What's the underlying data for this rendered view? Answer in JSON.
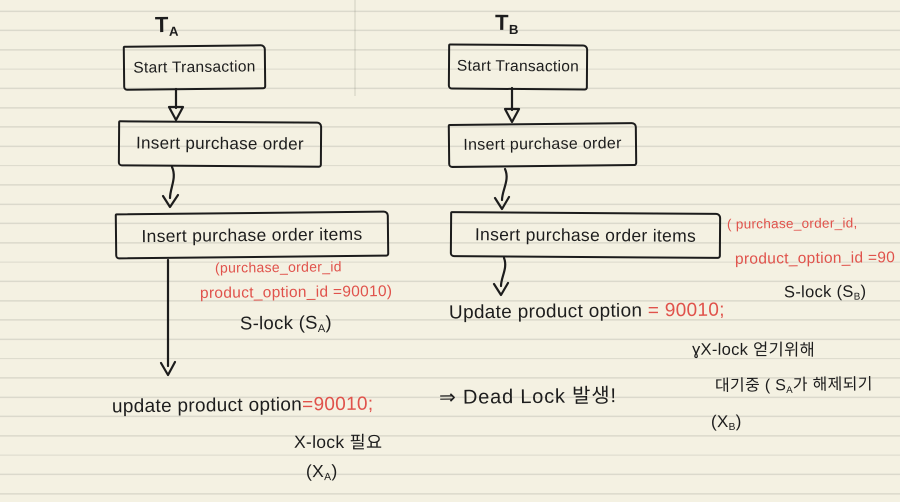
{
  "left_column": {
    "title": {
      "main": "T",
      "sub": "A"
    },
    "boxes": [
      "Start Transaction",
      "Insert purchase order",
      "Insert purchase order items"
    ],
    "lock_note_line1": "(purchase_order_id",
    "lock_note_line2": "product_option_id =90010)",
    "s_lock": {
      "prefix": "S-lock (S",
      "sub": "A",
      "suffix": ")"
    },
    "update_statement": {
      "text": "update product option",
      "value": "=90010;"
    },
    "x_lock_note": "X-lock 필요",
    "x_lock_label": {
      "prefix": "(X",
      "sub": "A",
      "suffix": ")"
    }
  },
  "right_column": {
    "title": {
      "main": "T",
      "sub": "B"
    },
    "boxes": [
      "Start Transaction",
      "Insert purchase order",
      "Insert purchase order items"
    ],
    "lock_note_line1": "( purchase_order_id,",
    "lock_note_line2": "product_option_id =90",
    "s_lock": {
      "prefix": "S-lock (S",
      "sub": "B",
      "suffix": ")"
    },
    "update_statement": {
      "text": "Update product option",
      "value": "= 90010;"
    },
    "wait_note_line1": "ɣX-lock 얻기위해",
    "wait_note_line2": {
      "prefix": "대기중 ( S",
      "sub": "A",
      "suffix": "가 해제되기"
    },
    "x_lock_label": {
      "prefix": "(X",
      "sub": "B",
      "suffix": ")"
    }
  },
  "conclusion": "⇒ Dead Lock 발생!",
  "colors": {
    "paper": "#f4f1e2",
    "rule_line": "#dbd9cc",
    "ink": "#1d1d1d",
    "red_ink": "#e0524b"
  }
}
